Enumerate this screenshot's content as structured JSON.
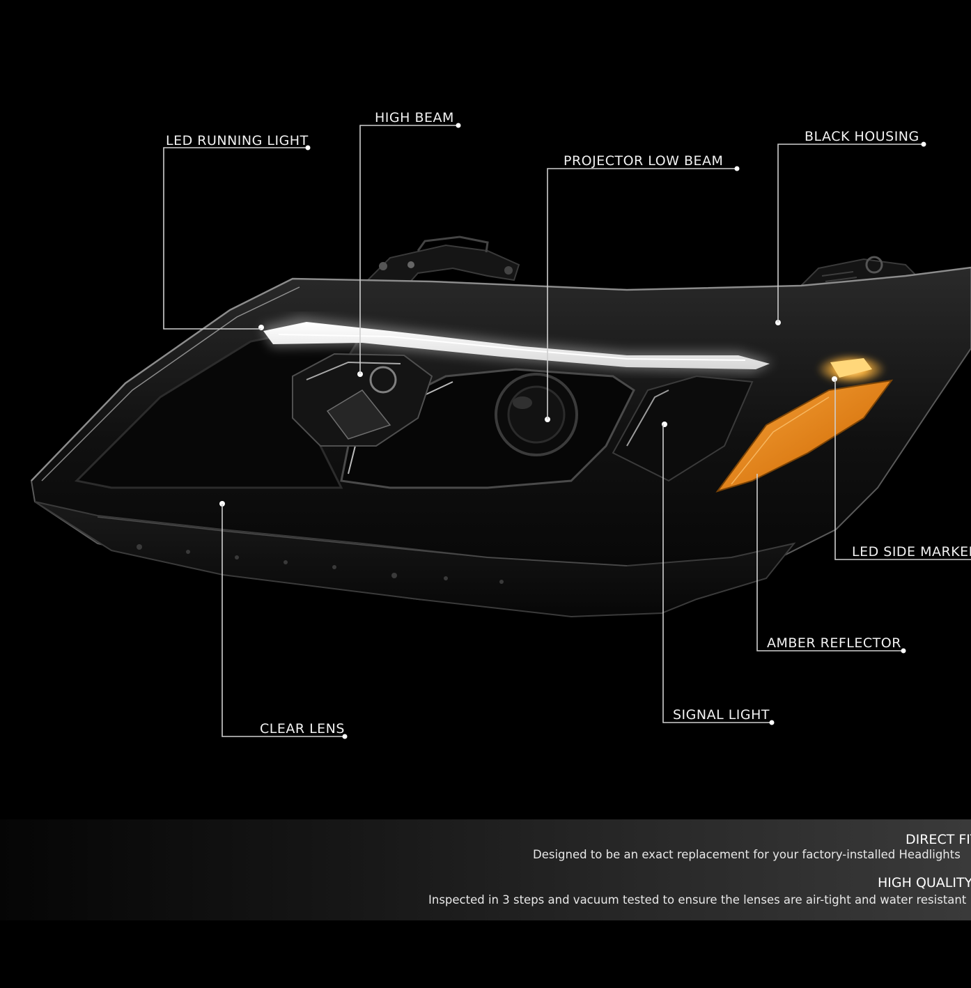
{
  "callouts": {
    "led_running_light": "LED RUNNING LIGHT",
    "high_beam": "HIGH BEAM",
    "projector_low_beam": "PROJECTOR LOW BEAM",
    "black_housing": "BLACK HOUSING",
    "led_side_marker": "LED SIDE MARKER",
    "amber_reflector": "AMBER REFLECTOR",
    "signal_light": "SIGNAL LIGHT",
    "clear_lens": "CLEAR LENS"
  },
  "features": [
    {
      "title": "DIRECT FIT",
      "description": "Designed to be an exact replacement for your factory-installed Headlights"
    },
    {
      "title": "HIGH QUALITY",
      "description": "Inspected in 3 steps and vacuum tested to ensure the lenses are air-tight and water resistant"
    }
  ],
  "colors": {
    "background": "#000000",
    "label_text": "#f2f2f2",
    "leader_line": "#cfcfcf",
    "amber": "#e8891c",
    "led_glow": "#ffffff"
  }
}
